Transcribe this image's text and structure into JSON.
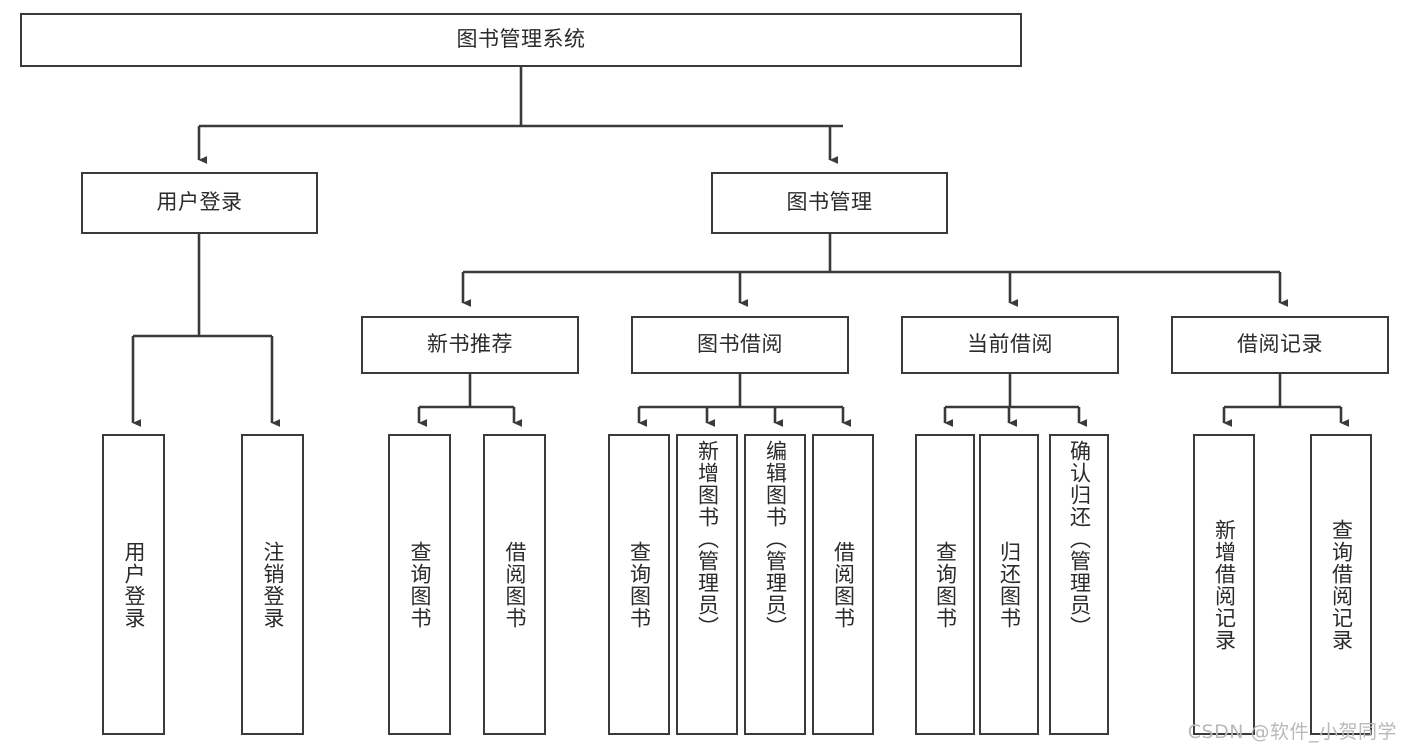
{
  "diagram": {
    "type": "tree-hierarchy-chart",
    "title": "图书管理系统",
    "line_color": "#3a3a3a",
    "box_fill": "#ffffff",
    "text_color": "#2b2b2b",
    "root": {
      "label": "图书管理系统"
    },
    "level2": [
      {
        "label": "用户登录"
      },
      {
        "label": "图书管理"
      }
    ],
    "level3": [
      {
        "label": "新书推荐"
      },
      {
        "label": "图书借阅"
      },
      {
        "label": "当前借阅"
      },
      {
        "label": "借阅记录"
      }
    ],
    "leaves": {
      "user_login": [
        {
          "label": "用户登录"
        },
        {
          "label": "注销登录"
        }
      ],
      "new_book_recommend": [
        {
          "label": "查询图书"
        },
        {
          "label": "借阅图书"
        }
      ],
      "book_borrow": [
        {
          "label": "查询图书"
        },
        {
          "label": "新增图书（管理员）"
        },
        {
          "label": "编辑图书（管理员）"
        },
        {
          "label": "借阅图书"
        }
      ],
      "current_borrow": [
        {
          "label": "查询图书"
        },
        {
          "label": "归还图书"
        },
        {
          "label": "确认归还（管理员）"
        }
      ],
      "borrow_record": [
        {
          "label": "新增借阅记录"
        },
        {
          "label": "查询借阅记录"
        }
      ]
    },
    "watermark": "CSDN @软件_小贺同学"
  }
}
